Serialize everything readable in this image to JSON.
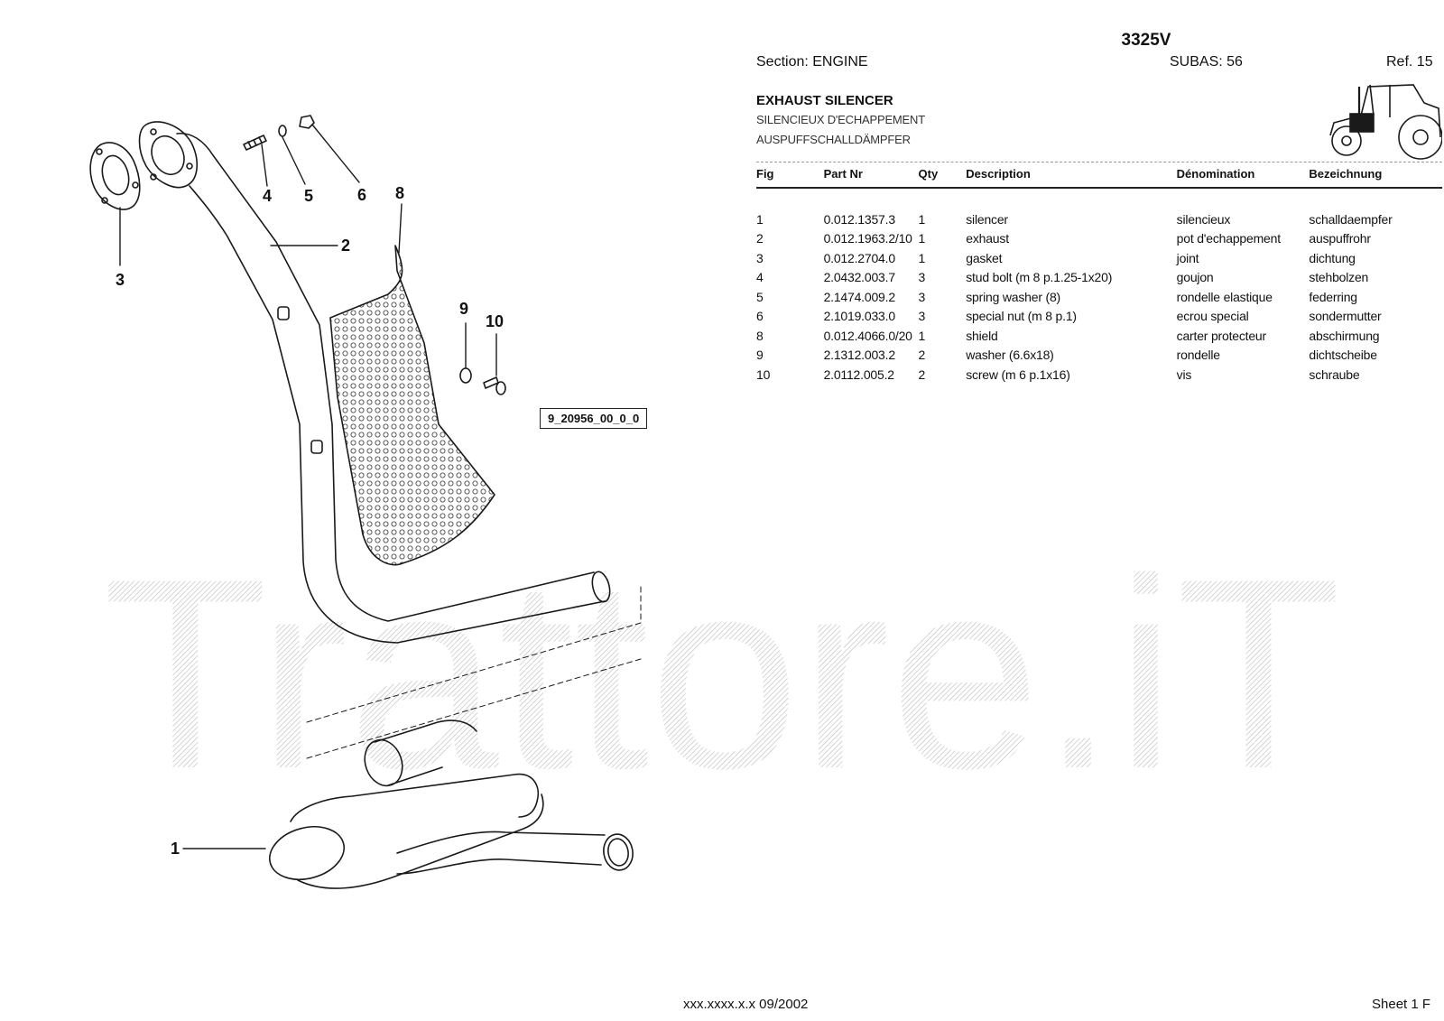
{
  "header": {
    "model": "3325V",
    "section": "Section: ENGINE",
    "subas": "SUBAS: 56",
    "ref": "Ref. 15"
  },
  "titles": {
    "en": "EXHAUST SILENCER",
    "fr": "SILENCIEUX D'ECHAPPEMENT",
    "de": "AUSPUFFSCHALLDÄMPFER"
  },
  "table": {
    "headers": {
      "fig": "Fig",
      "part": "Part Nr",
      "qty": "Qty",
      "desc": "Description",
      "den": "Dénomination",
      "bez": "Bezeichnung"
    },
    "rows": [
      {
        "fig": "1",
        "part": "0.012.1357.3",
        "qty": "1",
        "desc": "silencer",
        "den": "silencieux",
        "bez": "schalldaempfer"
      },
      {
        "fig": "2",
        "part": "0.012.1963.2/10",
        "qty": "1",
        "desc": "exhaust",
        "den": "pot d'echappement",
        "bez": "auspuffrohr"
      },
      {
        "fig": "3",
        "part": "0.012.2704.0",
        "qty": "1",
        "desc": "gasket",
        "den": "joint",
        "bez": "dichtung"
      },
      {
        "fig": "4",
        "part": "2.0432.003.7",
        "qty": "3",
        "desc": "stud bolt (m 8 p.1.25-1x20)",
        "den": "goujon",
        "bez": "stehbolzen"
      },
      {
        "fig": "5",
        "part": "2.1474.009.2",
        "qty": "3",
        "desc": "spring washer (8)",
        "den": "rondelle elastique",
        "bez": "federring"
      },
      {
        "fig": "6",
        "part": "2.1019.033.0",
        "qty": "3",
        "desc": "special nut (m 8 p.1)",
        "den": "ecrou special",
        "bez": "sondermutter"
      },
      {
        "fig": "8",
        "part": "0.012.4066.0/20",
        "qty": "1",
        "desc": "shield",
        "den": "carter protecteur",
        "bez": "abschirmung"
      },
      {
        "fig": "9",
        "part": "2.1312.003.2",
        "qty": "2",
        "desc": "washer (6.6x18)",
        "den": "rondelle",
        "bez": "dichtscheibe"
      },
      {
        "fig": "10",
        "part": "2.0112.005.2",
        "qty": "2",
        "desc": "screw (m 6 p.1x16)",
        "den": "vis",
        "bez": "schraube"
      }
    ]
  },
  "drawing": {
    "drawing_number": "9_20956_00_0_0",
    "callouts": {
      "c1": "1",
      "c2": "2",
      "c3": "3",
      "c4": "4",
      "c5": "5",
      "c6": "6",
      "c8": "8",
      "c9": "9",
      "c10": "10"
    }
  },
  "watermark": "Trattore.iT",
  "footer": {
    "code": "xxx.xxxx.x.x  09/2002",
    "sheet": "Sheet 1 F"
  }
}
